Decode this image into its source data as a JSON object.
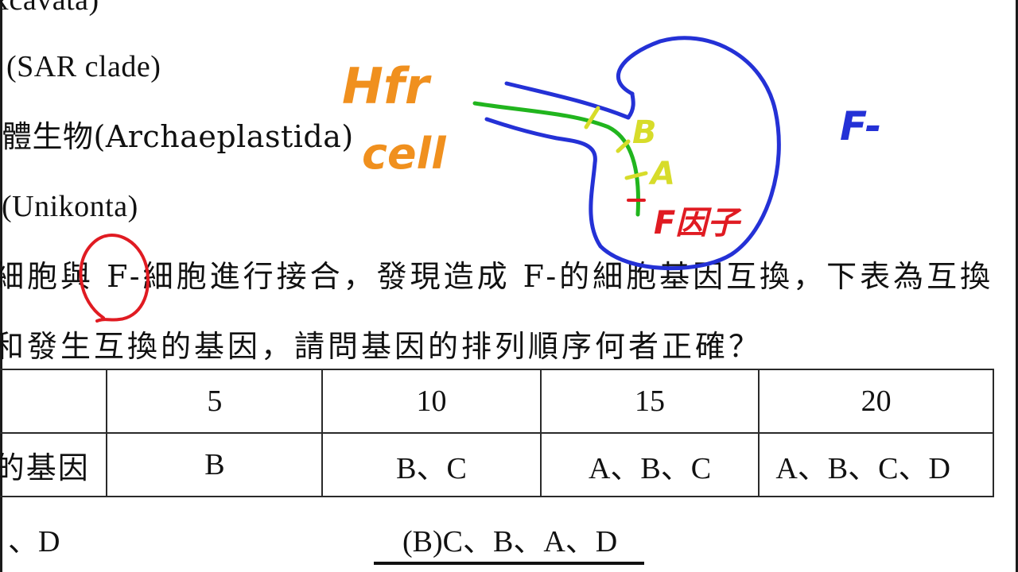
{
  "options": {
    "line1": "xcavata)",
    "line2": "(SAR clade)",
    "line3": "體生物(Archaeplastida)",
    "line4": "(Unikonta)"
  },
  "question": {
    "line1": "細胞與 F-細胞進行接合，發現造成 F-的細胞基因互換，下表為互換",
    "line2": "和發生互換的基因，請問基因的排列順序何者正確？"
  },
  "table": {
    "header": [
      "",
      "5",
      "10",
      "15",
      "20"
    ],
    "row_label": "的基因",
    "row": [
      "B",
      "B、C",
      "A、B、C",
      "A、B、C、D"
    ]
  },
  "answers": {
    "a_tail": "、D",
    "b": "(B)C、B、A、D"
  },
  "annotations": {
    "hfr": "Hfr",
    "cell": "cell",
    "gene_b": "B",
    "gene_a": "A",
    "f_factor": "F因子",
    "f_minus": "F-",
    "colors": {
      "orange": "#f0901e",
      "blue": "#2431d6",
      "green": "#21b51e",
      "yellow": "#d7dc2a",
      "red": "#e01b22"
    }
  }
}
